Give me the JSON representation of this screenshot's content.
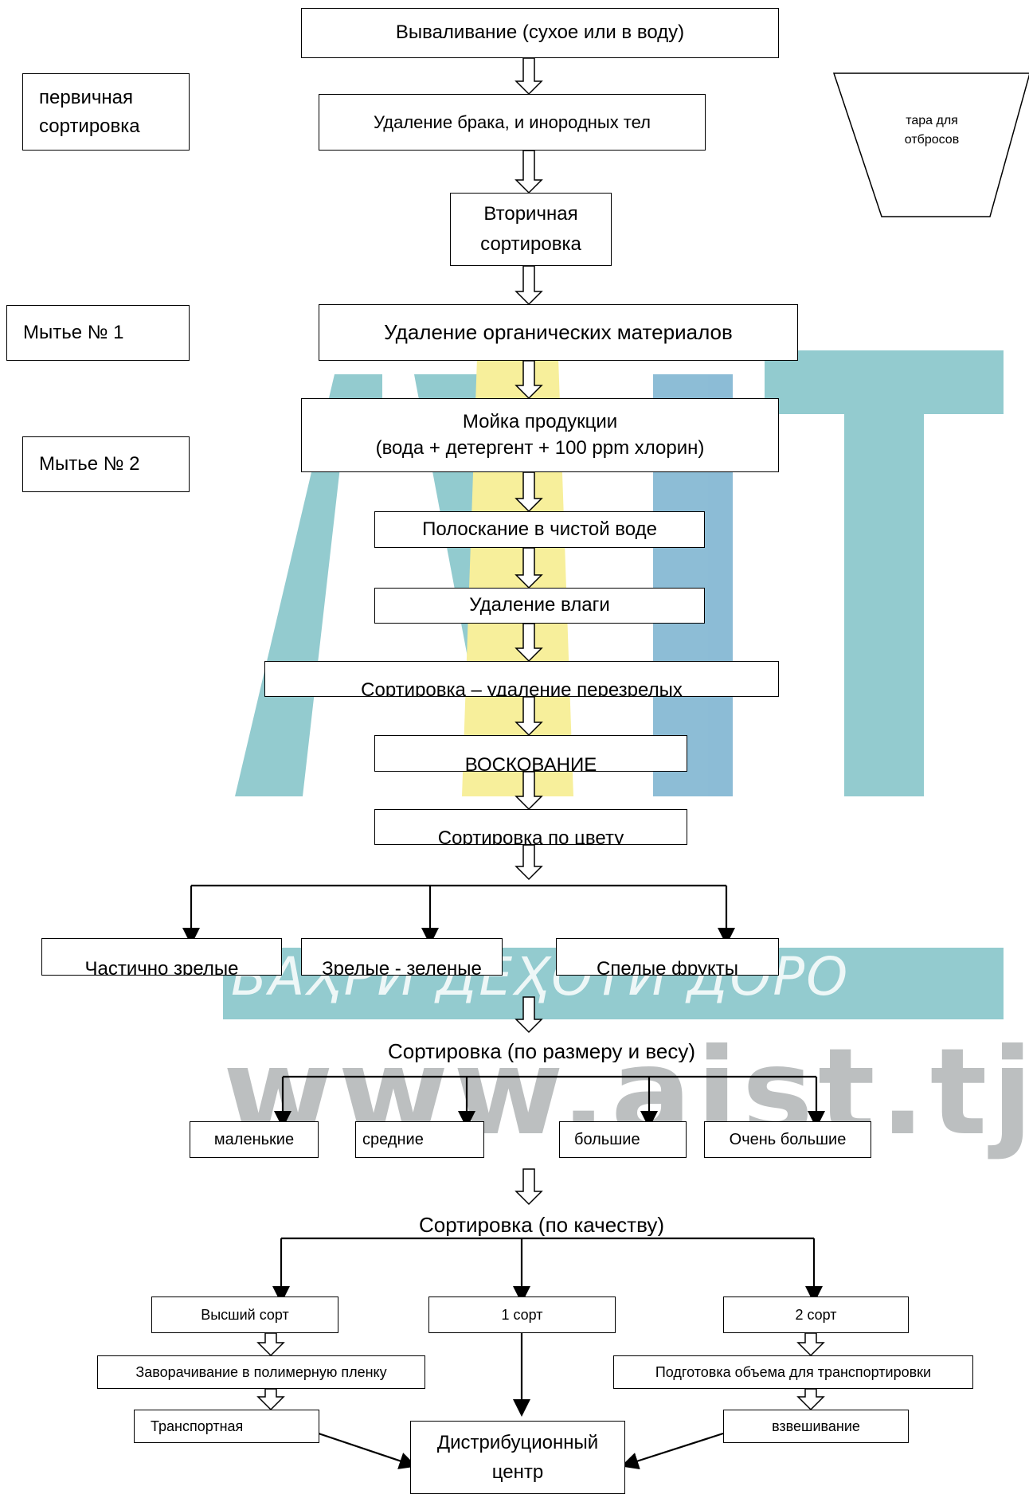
{
  "watermark": {
    "url": "www.aist.tj",
    "banner": "ВАҲРИ ДЕҲОТИ ДОРО",
    "colors": {
      "blue": "#2f86b5",
      "teal": "#3aa1a8",
      "yellow": "#f2e24a",
      "gray": "#6d7374"
    }
  },
  "side_labels": {
    "primary_sort": "первичная сортировка",
    "wash1": "Мытье № 1",
    "wash2": "Мытье № 2"
  },
  "waste_container": "тара для отбросов",
  "steps": {
    "dumping": "Вываливание (сухое или в воду)",
    "defect_removal": "Удаление брака, и инородных тел",
    "secondary_sort": "Вторичная сортировка",
    "organic_removal": "Удаление органических материалов",
    "washing_line1": "Мойка продукции",
    "washing_line2": "(вода + детергент + 100 ppm хлорин)",
    "rinsing": "Полоскание в чистой воде",
    "moisture_removal": "Удаление влаги",
    "overripe_sort": "Сортировка – удаление перезрелых",
    "waxing": "ВОСКОВАНИЕ",
    "color_sort": "Сортировка по цвету"
  },
  "ripeness": [
    "Частично зрелые",
    "Зрелые - зеленые",
    "Спелые фрукты"
  ],
  "size_sort_title": "Сортировка (по размеру и весу)",
  "sizes": [
    "маленькие",
    "средние",
    "большие",
    "Очень большие"
  ],
  "quality_sort_title": "Сортировка (по качеству)",
  "grades": [
    "Высший сорт",
    "1 сорт",
    "2 сорт"
  ],
  "wrapping": "Заворачивание в полимерную пленку",
  "transport_prep": "Подготовка объема  для транспортировки",
  "transport": "Транспортная",
  "weighing": "взвешивание",
  "distribution_center": "Дистрибуционный центр"
}
